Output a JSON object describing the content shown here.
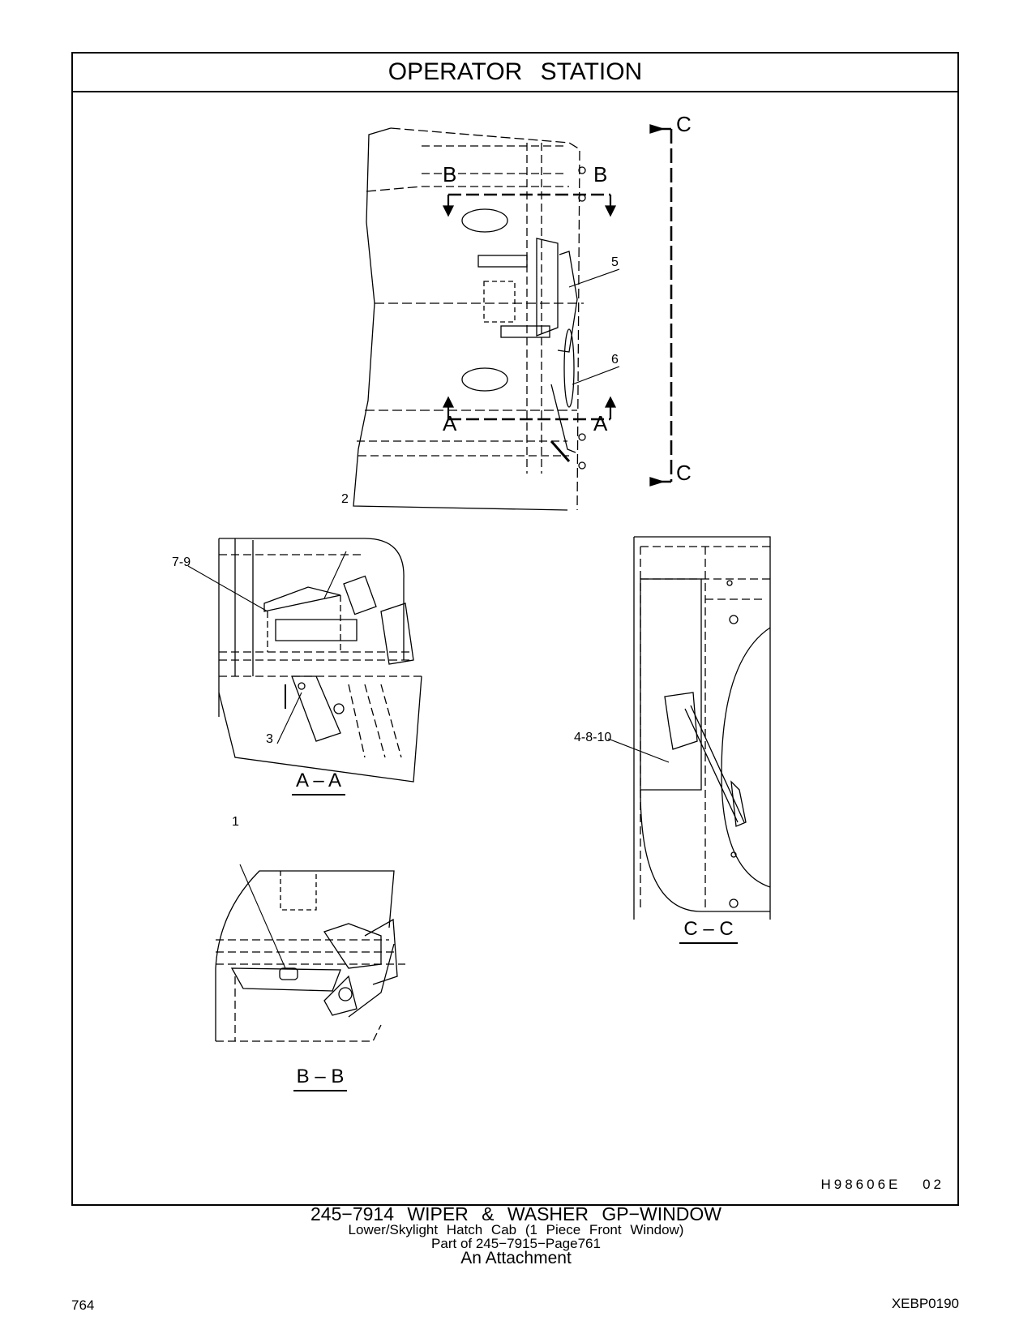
{
  "header": {
    "title": "OPERATOR   STATION"
  },
  "figure": {
    "section_markers": {
      "b": "B",
      "a": "A",
      "c": "C"
    },
    "callouts": {
      "c5": "5",
      "c6": "6",
      "c2": "2",
      "c79": "7-9",
      "c3": "3",
      "c4810": "4-8-10",
      "c1": "1"
    },
    "views": {
      "aa": "A – A",
      "bb": "B – B",
      "cc": "C – C"
    },
    "illustration_code": "H98606E   02"
  },
  "caption": {
    "line1": "245−7914   WIPER  &  WASHER  GP−WINDOW",
    "line2": "Lower/Skylight  Hatch  Cab (1  Piece  Front  Window)",
    "line3": "Part of 245−7915−Page761",
    "line4": "An Attachment"
  },
  "footer": {
    "page_number": "764",
    "doc_code": "XEBP0190"
  }
}
